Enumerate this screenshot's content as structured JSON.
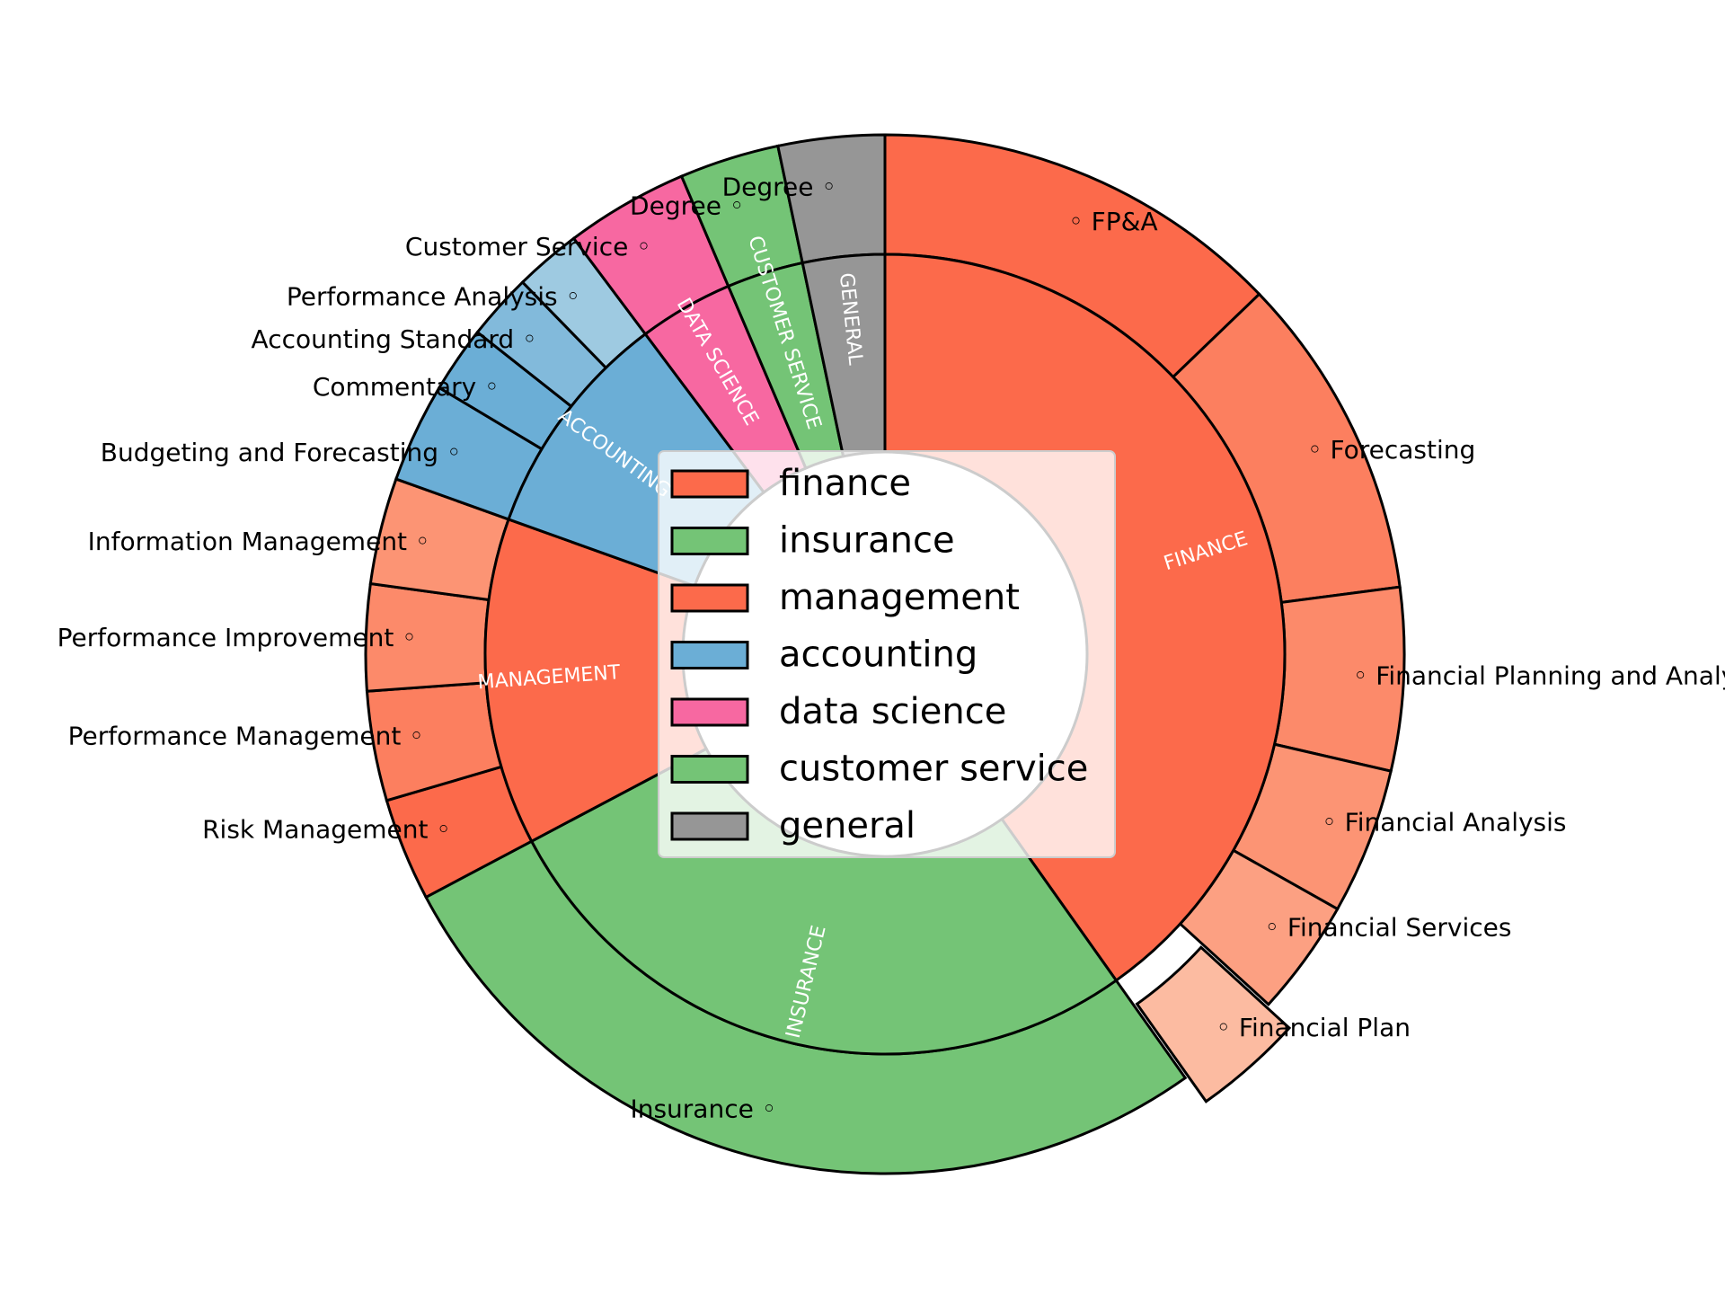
{
  "chart_data": {
    "type": "sunburst",
    "title": "",
    "start": "top",
    "direction": "clockwise",
    "categories": [
      {
        "name": "finance",
        "label": "FINANCE",
        "color": "#fc6a4b",
        "children": [
          {
            "name": "FP&A",
            "value": 12.4,
            "color": "#fc6a4b"
          },
          {
            "name": "Forecasting",
            "value": 9.8,
            "color": "#fc7f5f"
          },
          {
            "name": "Financial Planning and Analysis",
            "value": 5.5,
            "color": "#fc8a6a"
          },
          {
            "name": "Financial Analysis",
            "value": 4.4,
            "color": "#fc9474"
          },
          {
            "name": "Financial Services",
            "value": 3.5,
            "color": "#fca082"
          },
          {
            "name": "Financial Plan",
            "value": 3.3,
            "color": "#fcbba1",
            "exploded": true
          }
        ]
      },
      {
        "name": "insurance",
        "label": "INSURANCE",
        "color": "#74c476",
        "children": [
          {
            "name": "Insurance",
            "value": 26.2,
            "color": "#74c476"
          }
        ]
      },
      {
        "name": "management",
        "label": "MANAGEMENT",
        "color": "#fc6a4b",
        "children": [
          {
            "name": "Risk Management",
            "value": 3.1,
            "color": "#fc6a4b"
          },
          {
            "name": "Performance Management",
            "value": 3.3,
            "color": "#fc7f5f"
          },
          {
            "name": "Performance Improvement",
            "value": 3.2,
            "color": "#fc8a6a"
          },
          {
            "name": "Information Management",
            "value": 3.2,
            "color": "#fc9474"
          }
        ]
      },
      {
        "name": "accounting",
        "label": "ACCOUNTING",
        "color": "#6baed6",
        "children": [
          {
            "name": "Budgeting and Forecasting",
            "value": 3.0,
            "color": "#6baed6"
          },
          {
            "name": "Commentary",
            "value": 2.0,
            "color": "#6baed6"
          },
          {
            "name": "Accounting Standard",
            "value": 2.0,
            "color": "#82badb"
          },
          {
            "name": "Performance Analysis",
            "value": 2.0,
            "color": "#9ecae1"
          }
        ]
      },
      {
        "name": "data science",
        "label": "DATA SCIENCE",
        "color": "#f768a1",
        "children": [
          {
            "name": "Customer Service",
            "value": 3.7,
            "color": "#f768a1"
          }
        ]
      },
      {
        "name": "customer service",
        "label": "CUSTOMER SERVICE",
        "color": "#74c476",
        "children": [
          {
            "name": "Degree",
            "value": 3.0,
            "color": "#74c476"
          }
        ]
      },
      {
        "name": "general",
        "label": "GENERAL",
        "color": "#969696",
        "children": [
          {
            "name": "Degree",
            "value": 3.2,
            "color": "#969696"
          }
        ]
      }
    ],
    "legend": {
      "placement": "center",
      "entries": [
        "finance",
        "insurance",
        "management",
        "accounting",
        "data science",
        "customer service",
        "general"
      ]
    },
    "label_marker": "◦"
  }
}
